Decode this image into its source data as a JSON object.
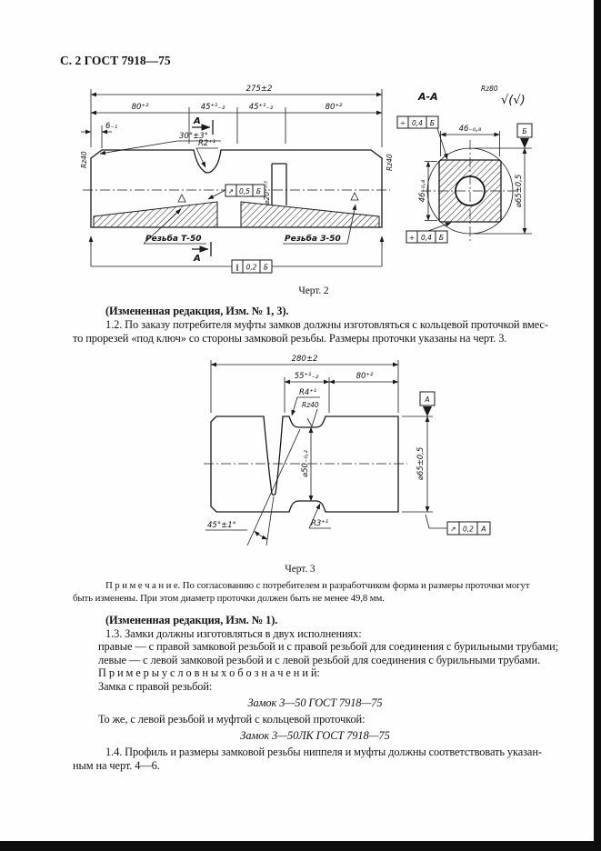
{
  "page": {
    "header": "С. 2 ГОСТ 7918—75"
  },
  "fig2": {
    "caption": "Черт. 2",
    "dims": {
      "overall": "275±2",
      "left80": "80⁺²",
      "left45": "45⁺¹₋₂",
      "right45": "45⁺¹₋₂",
      "right80": "80⁺²",
      "six": "6₋₁",
      "angle30": "30°±3°",
      "r2": "R2⁺¹",
      "rz40_left": "Rz40",
      "rz40_right": "Rz40",
      "d20": "⌀20⁺¹·⁵",
      "thread_left": "Резьба Т-50",
      "thread_right": "Резьба З-50",
      "section_arrow_top": "А",
      "section_arrow_bottom": "А"
    },
    "frames": {
      "mid": {
        "sym": "↗",
        "val": "0,5",
        "datum": "Б"
      },
      "bottom": {
        "sym": "∥",
        "val": "0,2",
        "datum": "Б"
      }
    },
    "section": {
      "title": "А-А",
      "rz80": "Rz80",
      "finish_marks": "√(√)",
      "flats_h": "46₋₀,₈",
      "flats_v": "46₋₀,₈",
      "dia65": "⌀65±0,5",
      "datum": "Б",
      "frame_top": {
        "sym": "÷",
        "val": "0,4",
        "datum": "Б"
      },
      "frame_bottom": {
        "sym": "+",
        "val": "0,4",
        "datum": "Б"
      }
    }
  },
  "fig3": {
    "caption": "Черт. 3",
    "dims": {
      "overall": "280±2",
      "len55": "55⁺¹₋₂",
      "len80": "80⁺²",
      "r4": "R4⁺¹",
      "rz40": "Rz40",
      "r3": "R3⁺¹",
      "angle45": "45°±1°",
      "d50": "⌀50₋₀,₂",
      "d65": "⌀65±0,5",
      "datum": "А"
    },
    "frame": {
      "sym": "↗",
      "val": "0,2",
      "datum": "А"
    }
  },
  "text": {
    "edit1": "(Измененная редакция, Изм. № 1, 3).",
    "p12_l1": "1.2.  По заказу потребителя муфты замков должны изготовляться с кольцевой проточкой вмес-",
    "p12_l2": "то прорезей «под ключ» со стороны замковой резьбы. Размеры проточки указаны на черт. 3.",
    "note_l1": "П р и м е ч а н и е. По согласованию с потребителем и разработчиком форма и размеры проточки могут",
    "note_l2": "быть изменены. При этом диаметр проточки должен быть не менее 49,8 мм.",
    "edit2": "(Измененная редакция, Изм. № 1).",
    "p13": "1.3.  Замки должны изготовляться в двух исполнениях:",
    "p13_a": "правые — с правой замковой резьбой и с правой резьбой для соединения с бурильными трубами;",
    "p13_b": "левые — с левой замковой резьбой и с левой резьбой для соединения с бурильными трубами.",
    "examples": "П р и м е р ы   у с л о в н ы х   о б о з н а ч е н и й:",
    "example1_intro": "Замка с правой резьбой:",
    "designation1": "Замок 3—50 ГОСТ 7918—75",
    "example2_intro": "То же, с левой резьбой и муфтой с кольцевой проточкой:",
    "designation2": "Замок 3—50ЛК ГОСТ 7918—75",
    "p14_l1": "1.4.  Профиль и размеры замковой резьбы ниппеля и муфты должны соответствовать указан-",
    "p14_l2": "ным на черт. 4—6."
  }
}
